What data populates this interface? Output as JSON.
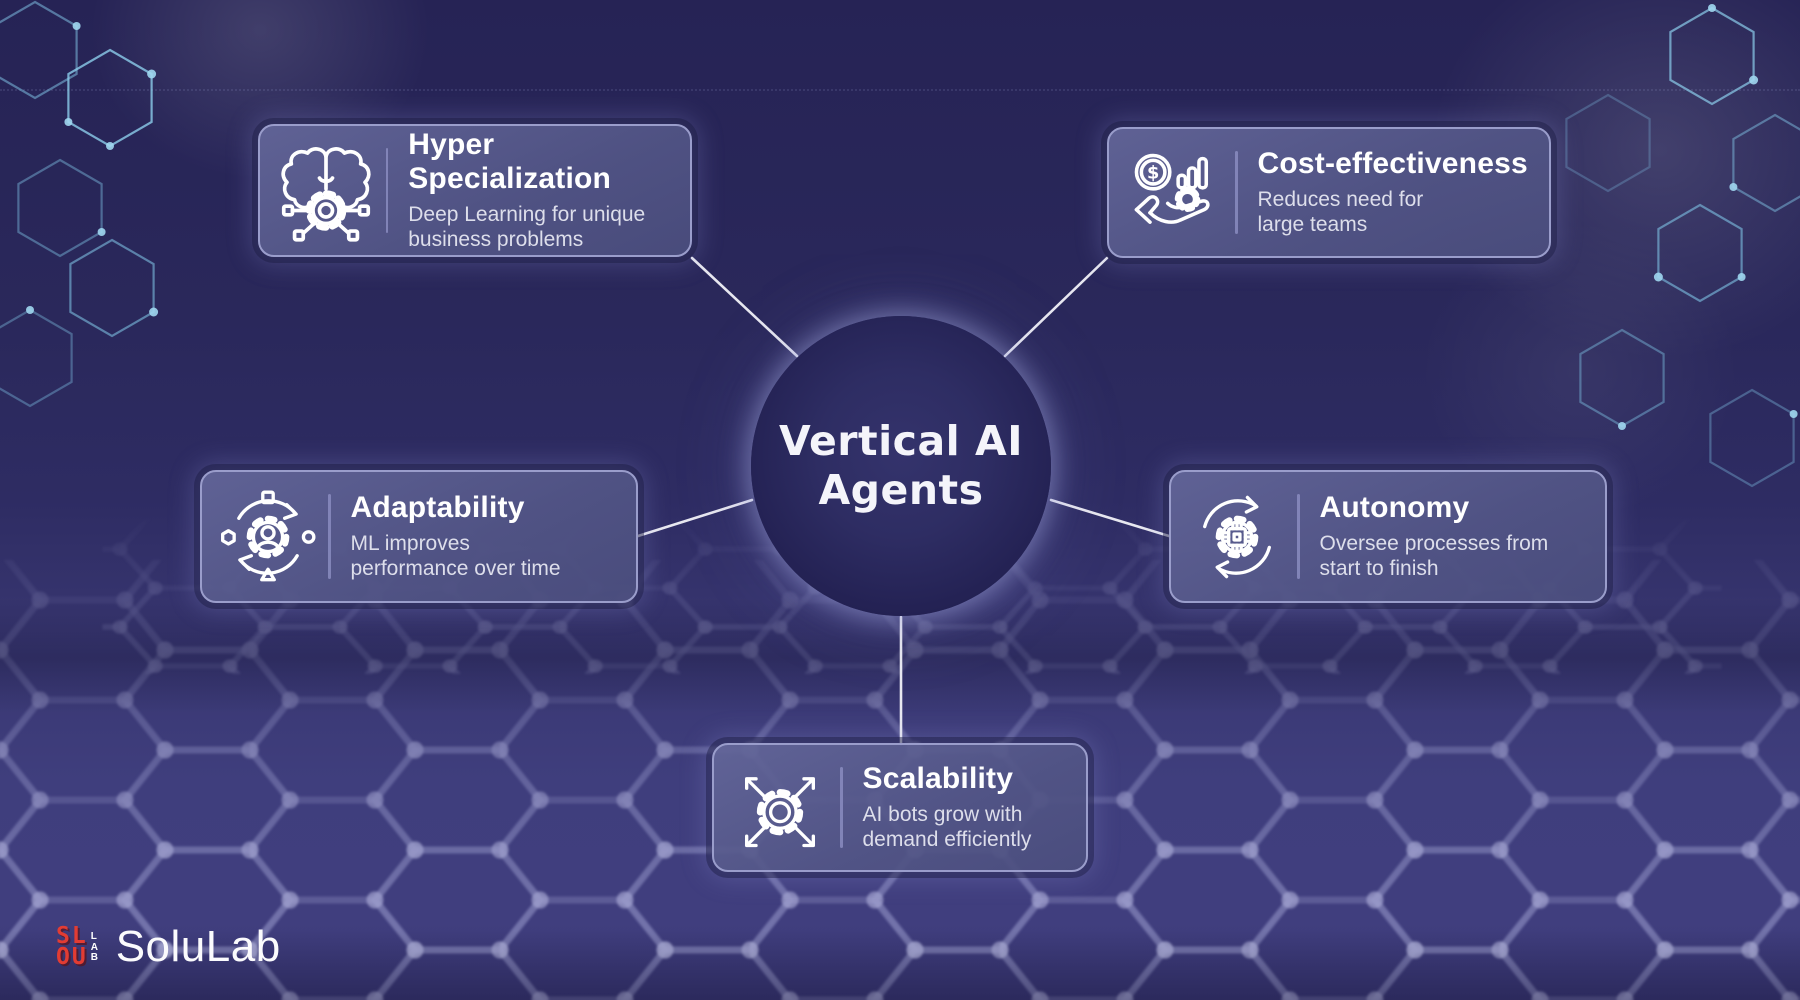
{
  "center": {
    "line1": "Vertical AI",
    "line2": "Agents"
  },
  "benefits": [
    {
      "title": "Hyper Specialization",
      "icon": "brain-gear-icon",
      "lines": [
        "Deep Learning for unique",
        "business problems"
      ]
    },
    {
      "title": "Cost-effectiveness",
      "icon": "money-hand-icon",
      "lines": [
        "Reduces need for",
        "large teams"
      ]
    },
    {
      "title": "Adaptability",
      "icon": "person-gear-cycle-icon",
      "lines": [
        "ML improves",
        "performance over time"
      ]
    },
    {
      "title": "Autonomy",
      "icon": "chip-gear-cycle-icon",
      "lines": [
        "Oversee processes from",
        "start to finish"
      ]
    },
    {
      "title": "Scalability",
      "icon": "gear-expand-arrows-icon",
      "lines": [
        "AI bots grow with",
        "demand efficiently"
      ]
    }
  ],
  "brand": {
    "name": "SoluLab",
    "mark_row1": "SL",
    "mark_row2": "OU",
    "mark_side": "LAB",
    "coin_symbol": "$"
  },
  "colors": {
    "background_top": "#262355",
    "background_bottom": "#403e7e",
    "card_fill": "#565a8e",
    "card_border": "#9a9dcb",
    "connector_line": "#f2f2f8",
    "title_text": "#ffffff",
    "description_text": "#dddeeb",
    "logo_red": "#e23c33",
    "molecule_accent": "#7fc2e2"
  }
}
